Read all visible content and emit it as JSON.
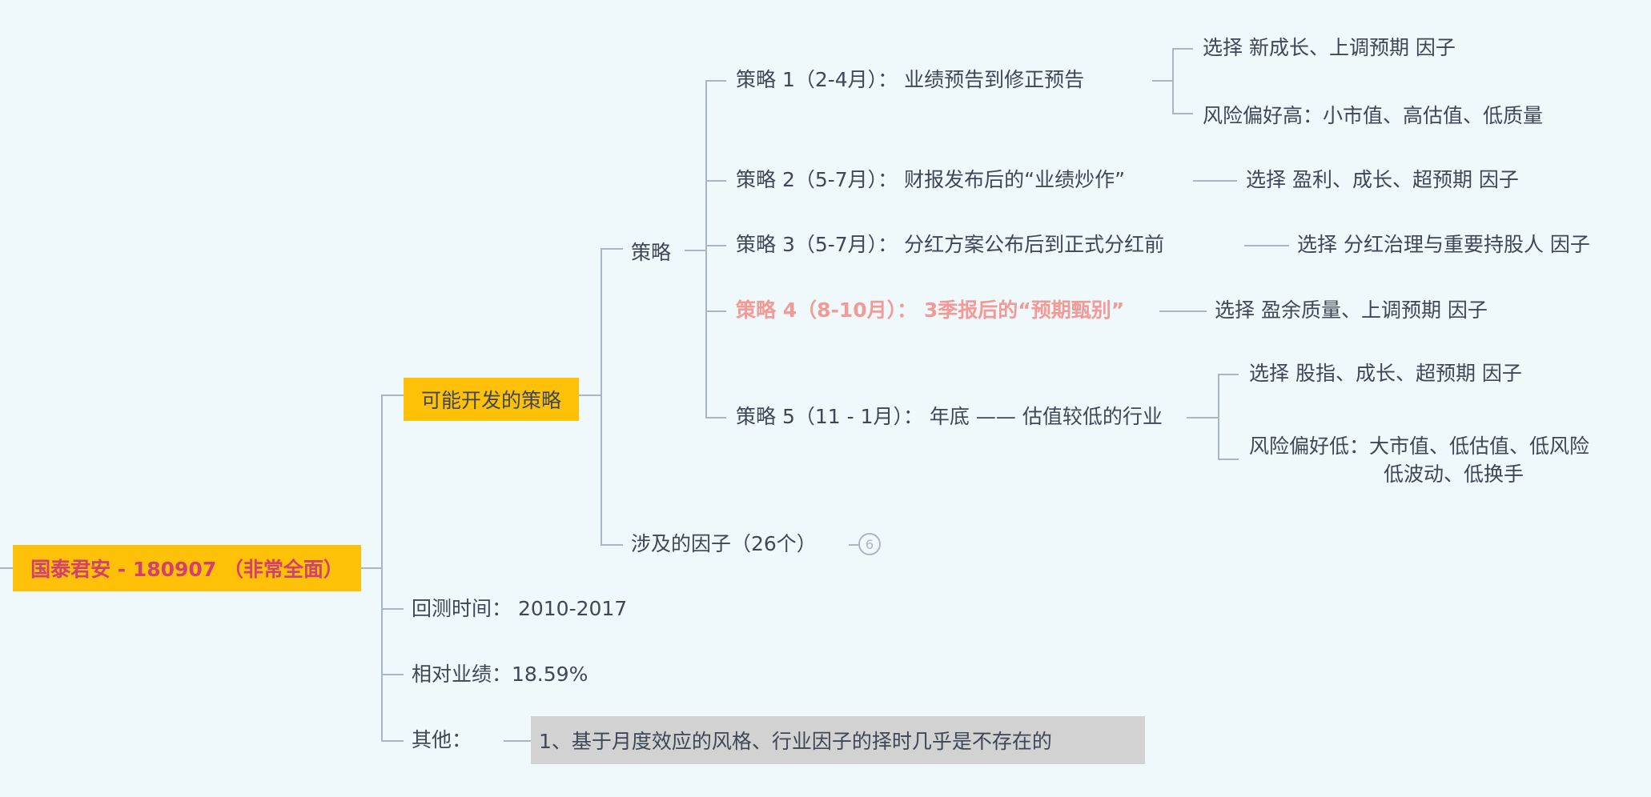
{
  "root": {
    "label": "国泰君安 - 180907 （非常全面）"
  },
  "branches": {
    "strategies": {
      "label": "可能开发的策略",
      "group": {
        "label": "策略",
        "items": [
          {
            "label": "策略 1（2-4月）： 业绩预告到修正预告",
            "children": [
              "选择 新成长、上调预期 因子",
              "风险偏好高：小市值、高估值、低质量"
            ]
          },
          {
            "label": "策略 2（5-7月）： 财报发布后的“业绩炒作”",
            "children": [
              "选择 盈利、成长、超预期 因子"
            ]
          },
          {
            "label": "策略 3（5-7月）： 分红方案公布后到正式分红前",
            "children": [
              "选择 分红治理与重要持股人 因子"
            ]
          },
          {
            "label": "策略 4（8-10月）： 3季报后的“预期甄别”",
            "children": [
              "选择 盈余质量、上调预期 因子"
            ]
          },
          {
            "label": "策略 5（11 - 1月）： 年底 —— 估值较低的行业",
            "children": [
              "选择 股指、成长、超预期 因子",
              "风险偏好低：大市值、低估值、低风险",
              "低波动、低换手"
            ]
          }
        ]
      },
      "factors": {
        "label": "涉及的因子（26个）",
        "collapsed_count": "6"
      }
    },
    "backtest": {
      "label": "回测时间：  2010-2017"
    },
    "performance": {
      "label": "相对业绩：18.59%"
    },
    "other": {
      "label": "其他：",
      "note": "1、基于月度效应的风格、行业因子的择时几乎是不存在的"
    }
  },
  "colors": {
    "accent": "#ffc107",
    "root_text": "#d4406e",
    "highlight": "#f29a95",
    "line": "#a9b7c2"
  }
}
